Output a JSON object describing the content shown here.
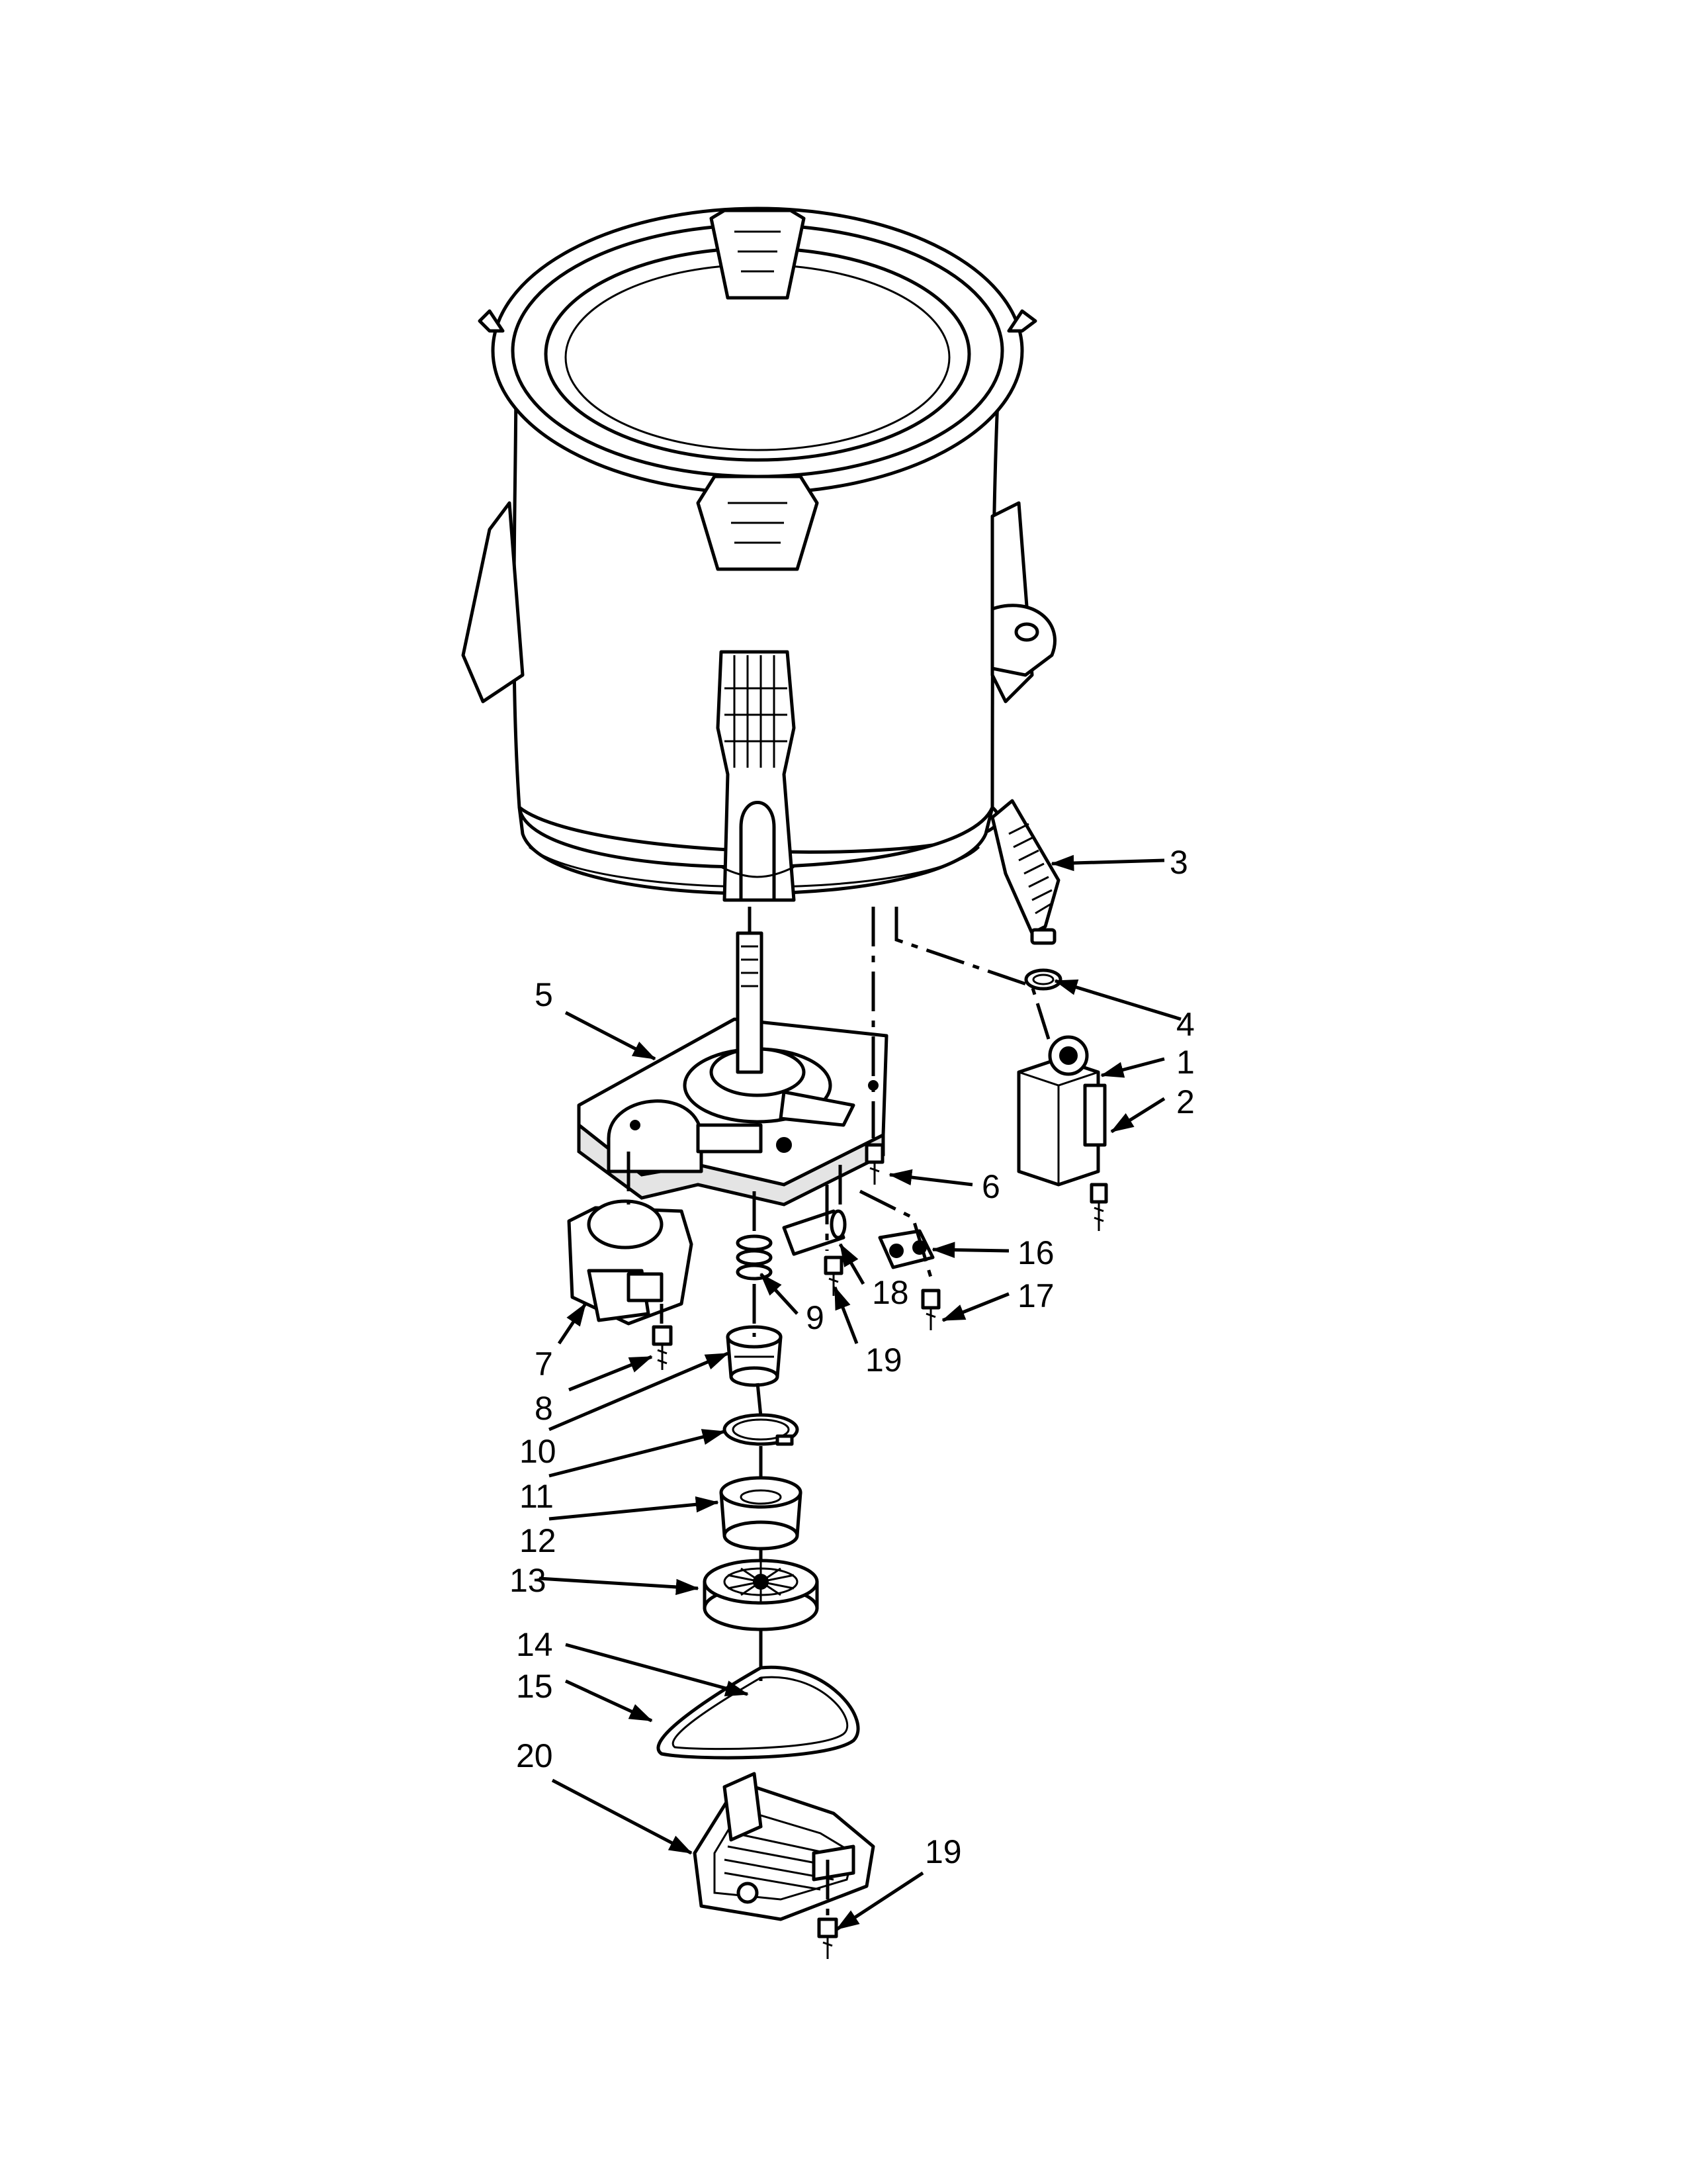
{
  "callouts": {
    "c1": "1",
    "c2": "2",
    "c3": "3",
    "c4": "4",
    "c5": "5",
    "c6": "6",
    "c7": "7",
    "c8": "8",
    "c9": "9",
    "c10": "10",
    "c11": "11",
    "c12": "12",
    "c13": "13",
    "c14": "14",
    "c15": "15",
    "c16": "16",
    "c17": "17",
    "c18": "18",
    "c19a": "19",
    "c19b": "19",
    "c20": "20"
  }
}
